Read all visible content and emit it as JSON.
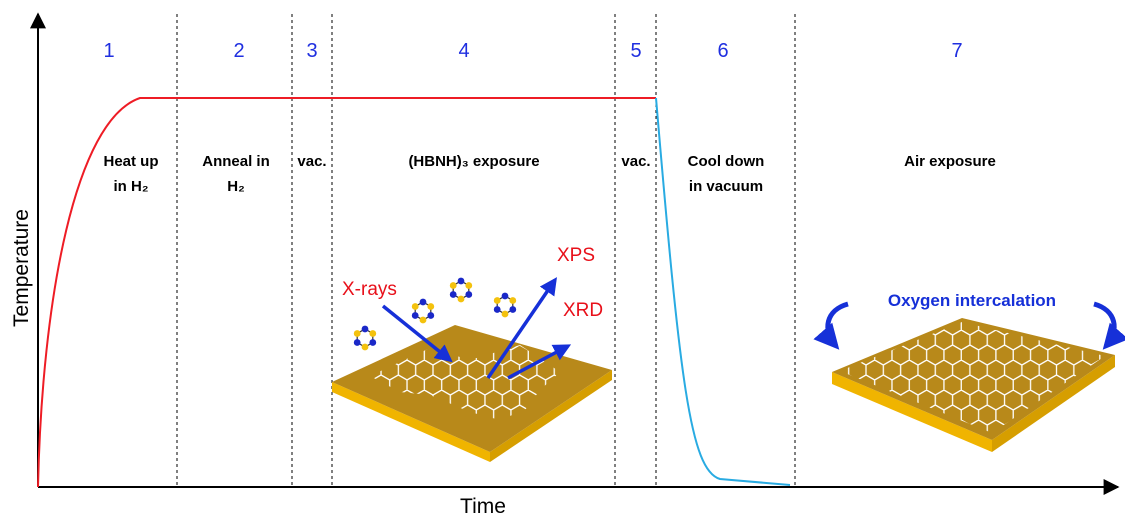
{
  "axes": {
    "x_label": "Time",
    "y_label": "Temperature"
  },
  "phases": [
    {
      "number": "1",
      "label_lines": [
        "Heat up",
        "in H₂"
      ]
    },
    {
      "number": "2",
      "label_lines": [
        "Anneal in",
        "H₂"
      ]
    },
    {
      "number": "3",
      "label_lines": [
        "vac."
      ]
    },
    {
      "number": "4",
      "label_lines": [
        "(HBNH)₃ exposure"
      ]
    },
    {
      "number": "5",
      "label_lines": [
        "vac."
      ]
    },
    {
      "number": "6",
      "label_lines": [
        "Cool down",
        "in vacuum"
      ]
    },
    {
      "number": "7",
      "label_lines": [
        "Air exposure"
      ]
    }
  ],
  "annotations": {
    "xrays": "X-rays",
    "xps": "XPS",
    "xrd": "XRD",
    "oxygen": "Oxygen intercalation"
  },
  "colors": {
    "heating_curve": "#ee1c25",
    "cooling_curve": "#29abe2",
    "phase_numbers": "#1f2fe0",
    "annotation_red": "#e8101a",
    "arrows_blue": "#1630d8",
    "substrate_top": "#b8891a",
    "substrate_side": "#f0b400",
    "molecule_n": "#1a28c8",
    "molecule_b": "#f4c20d"
  },
  "icons": [
    "borazine-molecule-icon",
    "hbn-on-metal-substrate",
    "curved-arrow-icon"
  ]
}
